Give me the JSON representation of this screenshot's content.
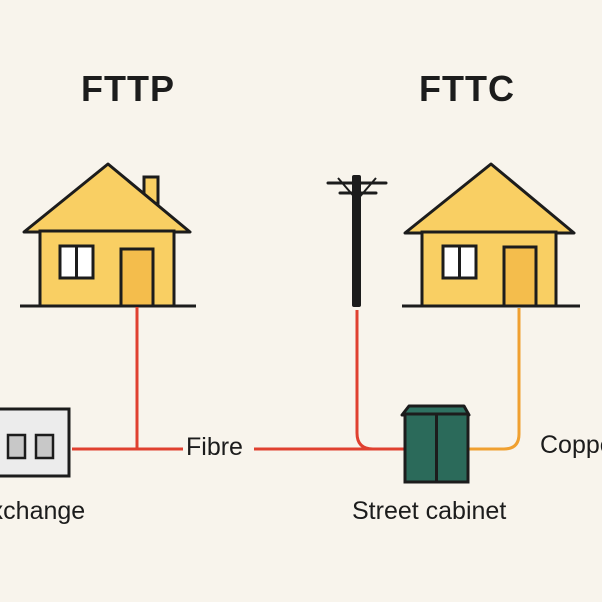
{
  "diagram": {
    "left_title": "FTTP",
    "right_title": "FTTC",
    "exchange_label": "Exchange",
    "fibre_label": "Fibre",
    "cabinet_label": "Street cabinet",
    "copper_label": "Copper"
  },
  "colors": {
    "background": "#f8f4ec",
    "house_fill": "#f9cf63",
    "door_fill": "#f4bd4c",
    "outline": "#1c1c1c",
    "fibre_line": "#e0402f",
    "copper_line": "#f0a030",
    "cabinet_fill": "#2b6a5a",
    "exchange_fill": "#ececec"
  },
  "icons": [
    "house-icon",
    "telegraph-pole-icon",
    "street-cabinet-icon",
    "exchange-building-icon"
  ]
}
